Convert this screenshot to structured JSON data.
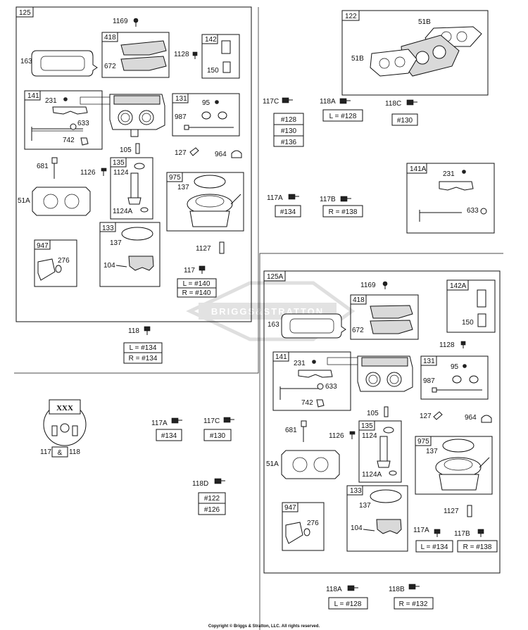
{
  "copyright": "Copyright © Briggs & Stratton, LLC. All rights reserved.",
  "watermark": "BRIGGS&STRATTON",
  "parts": {
    "p125": "125",
    "p1169": "1169",
    "p418": "418",
    "p142": "142",
    "p163": "163",
    "p672": "672",
    "p1128": "1128",
    "p150": "150",
    "p141": "141",
    "p231": "231",
    "p633": "633",
    "p742": "742",
    "p131": "131",
    "p95": "95",
    "p987": "987",
    "p105": "105",
    "p127": "127",
    "p964": "964",
    "p681": "681",
    "p1126": "1126",
    "p135": "135",
    "p1124": "1124",
    "p1124A": "1124A",
    "p975": "975",
    "p137": "137",
    "p51A": "51A",
    "p133": "133",
    "p947": "947",
    "p276": "276",
    "p104": "104",
    "p1127": "1127",
    "p117": "117",
    "p118": "118",
    "p122": "122",
    "p51B": "51B",
    "p117C": "117C",
    "p118A": "118A",
    "p118C": "118C",
    "p141A": "141A",
    "p117A": "117A",
    "p117B": "117B",
    "p118D": "118D",
    "p118B": "118B",
    "p125A": "125A",
    "p142A": "142A",
    "xxx": "XXX",
    "amp": "&"
  },
  "refs": {
    "L140": "L = #140",
    "R140": "R = #140",
    "L134": "L = #134",
    "R134": "R = #134",
    "n128": "#128",
    "n130": "#130",
    "n136": "#136",
    "L128": "L = #128",
    "n134": "#134",
    "R138": "R = #138",
    "n122": "#122",
    "n126": "#126",
    "R132": "R = #132"
  }
}
